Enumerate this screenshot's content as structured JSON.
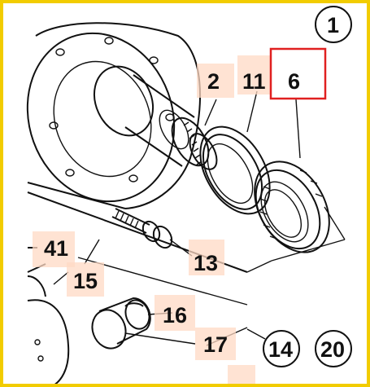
{
  "callouts": {
    "c1": "1",
    "c2": "2",
    "c11": "11",
    "c6": "6",
    "c13": "13",
    "c41": "41",
    "c15": "15",
    "c16": "16",
    "c17": "17",
    "c14": "14",
    "c20": "20"
  },
  "colors": {
    "frame": "#f2cc00",
    "highlight_box": "#e02020",
    "label_tag": "#ffd9c4",
    "ink": "#111111"
  },
  "highlighted_part": "6"
}
